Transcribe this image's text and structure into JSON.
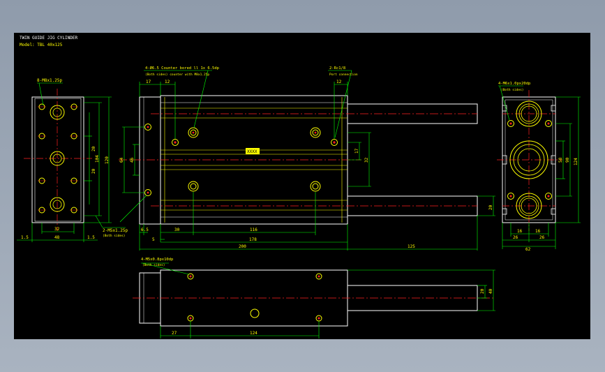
{
  "title_block": {
    "line1": "TWIN GUIDE JIG CYLINDER",
    "line2": "Model: TBL 40x125"
  },
  "logo_text": "XXXX",
  "colors": {
    "background": "#000000",
    "outline": "#ffffff",
    "hidden_line": "#ffff00",
    "centerline": "#ff2020",
    "dimension": "#00ff00",
    "text": "#ffff00"
  },
  "left_view": {
    "note_top": "8-M8x1.25p",
    "note_bottom": "2-M5x1.25p",
    "note_bottom_sub": "(Both sides)",
    "dims": {
      "v1": "20",
      "v2": "104",
      "v3": "120",
      "v4": "20",
      "h1": "32",
      "h2": "48",
      "h3": "1.5",
      "h4": "1.5"
    }
  },
  "main_view": {
    "note_left": "4-Ø6.5  Counter bored ll 1x 6.5dp",
    "note_left_sub": "(Both sides) counter with M8x1.25p",
    "note_right": "2-Rc1/8",
    "note_right_sub": "Port connection",
    "dims": {
      "top17": "17",
      "top12a": "12",
      "top12b": "12",
      "v64": "64",
      "v46": "46",
      "v17": "17",
      "v32": "32",
      "v20": "20",
      "h6_5": "6.5",
      "h5": "5",
      "h30": "30",
      "h116": "116",
      "h178": "178",
      "h200": "200",
      "h125": "125"
    }
  },
  "right_view": {
    "note": "4-M6x1.0px20dp",
    "note_sub": "(Both sides)",
    "dims": {
      "v58": "58",
      "v90": "90",
      "v124": "124",
      "h16a": "16",
      "h16b": "16",
      "h26a": "26",
      "h26b": "26",
      "h62": "62"
    }
  },
  "bottom_view": {
    "note": "4-M5x0.8px10dp",
    "note_sub": "(Both sides)",
    "dims": {
      "h27": "27",
      "h124": "124",
      "v20": "20",
      "v40": "40"
    }
  }
}
